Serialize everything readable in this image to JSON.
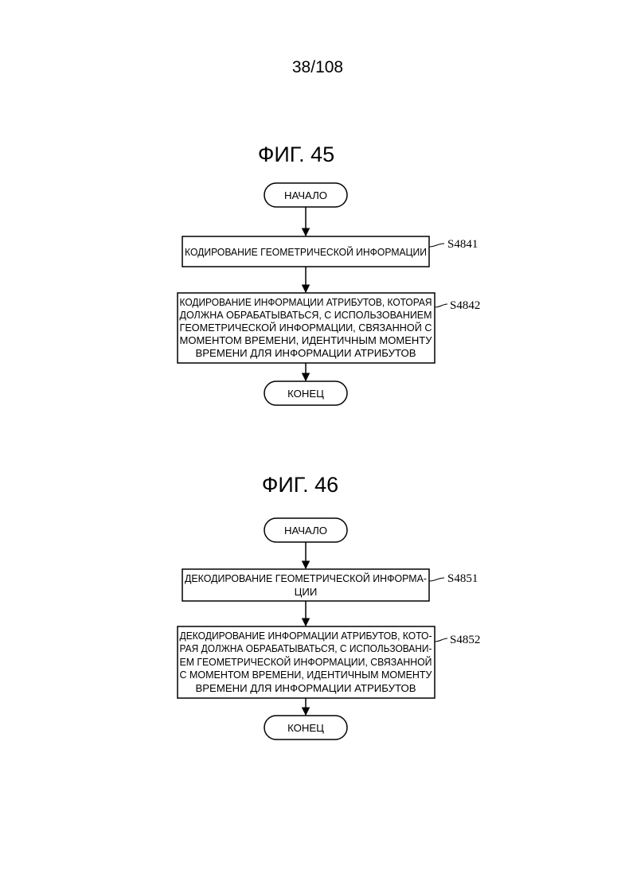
{
  "page_number": "38/108",
  "figures": [
    {
      "title": "ФИГ. 45",
      "start": "НАЧАЛО",
      "steps": [
        {
          "lines": [
            "КОДИРОВАНИЕ ГЕОМЕТРИЧЕСКОЙ ИНФОРМАЦИИ"
          ],
          "label": "S4841"
        },
        {
          "lines": [
            "КОДИРОВАНИЕ ИНФОРМАЦИИ АТРИБУТОВ, КОТОРАЯ",
            "ДОЛЖНА ОБРАБАТЫВАТЬСЯ, С ИСПОЛЬЗОВАНИЕМ",
            "ГЕОМЕТРИЧЕСКОЙ ИНФОРМАЦИИ, СВЯЗАННОЙ С",
            "МОМЕНТОМ ВРЕМЕНИ, ИДЕНТИЧНЫМ МОМЕНТУ",
            "ВРЕМЕНИ ДЛЯ ИНФОРМАЦИИ АТРИБУТОВ"
          ],
          "label": "S4842"
        }
      ],
      "end": "КОНЕЦ"
    },
    {
      "title": "ФИГ. 46",
      "start": "НАЧАЛО",
      "steps": [
        {
          "lines": [
            "ДЕКОДИРОВАНИЕ ГЕОМЕТРИЧЕСКОЙ ИНФОРМА-",
            "ЦИИ"
          ],
          "label": "S4851"
        },
        {
          "lines": [
            "ДЕКОДИРОВАНИЕ ИНФОРМАЦИИ АТРИБУТОВ, КОТО-",
            "РАЯ ДОЛЖНА ОБРАБАТЫВАТЬСЯ, С ИСПОЛЬЗОВАНИ-",
            "ЕМ ГЕОМЕТРИЧЕСКОЙ ИНФОРМАЦИИ, СВЯЗАННОЙ",
            "С МОМЕНТОМ ВРЕМЕНИ, ИДЕНТИЧНЫМ МОМЕНТУ",
            "ВРЕМЕНИ ДЛЯ ИНФОРМАЦИИ АТРИБУТОВ"
          ],
          "label": "S4852"
        }
      ],
      "end": "КОНЕЦ"
    }
  ]
}
